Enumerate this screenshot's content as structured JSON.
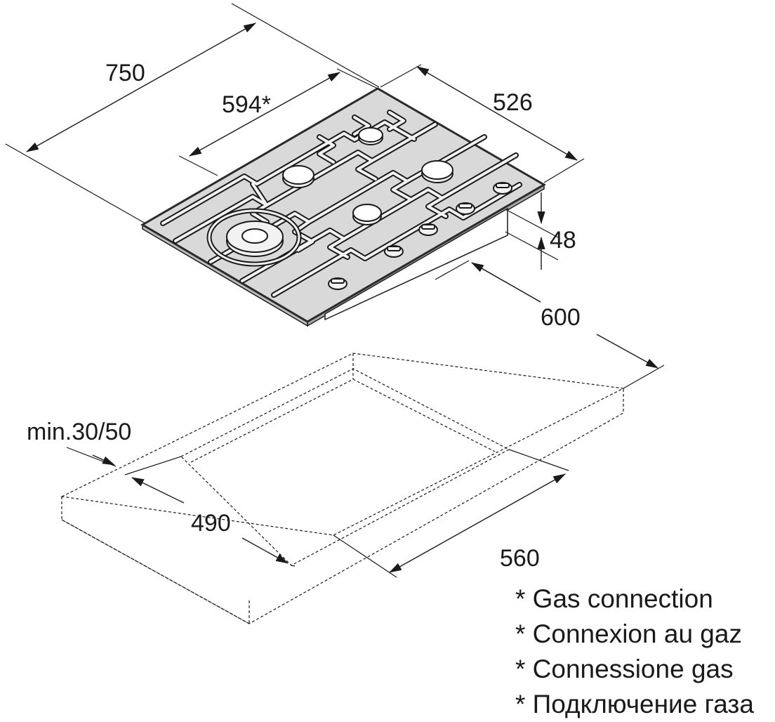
{
  "dimensions": {
    "overall_width": "750",
    "gas_connection_width": "594*",
    "depth": "526",
    "height": "48",
    "cabinet_width": "600",
    "countertop_thickness": "min.30/50",
    "cutout_depth": "490",
    "cutout_width": "560"
  },
  "legend": [
    "* Gas connection",
    "* Connexion au gaz",
    "* Connessione gas",
    "* Подключение газа"
  ],
  "colors": {
    "line": "#1a1a1a",
    "hob_surface": "#d9d9d9",
    "hob_edge": "#2b2b2b",
    "grate_fill": "#f2f2f2"
  },
  "icons": [
    "hob-drawing",
    "burner-icon",
    "knob-icon",
    "countertop-drawing",
    "dimension-arrow"
  ]
}
